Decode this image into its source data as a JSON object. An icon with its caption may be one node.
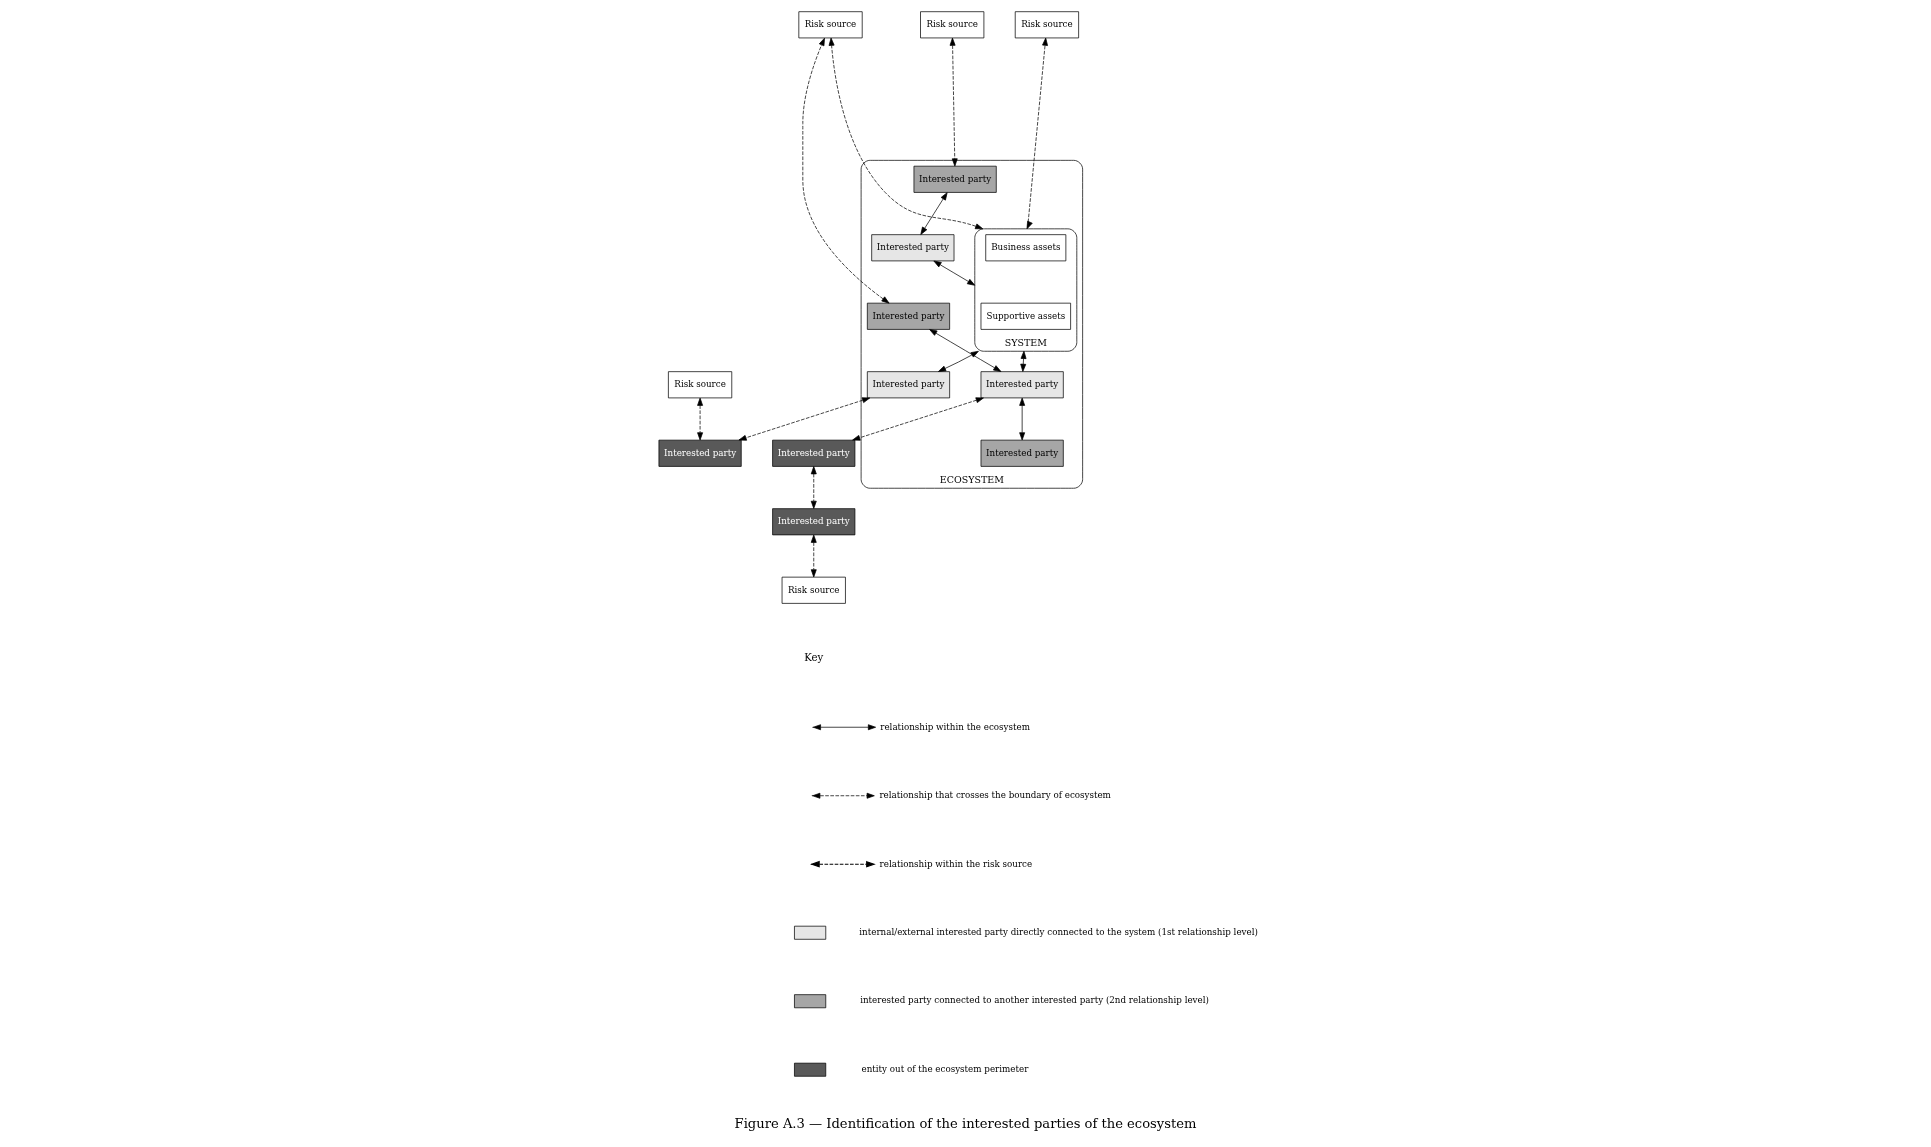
{
  "diagram": {
    "caption": "Figure A.3 — Identification of the interested parties of the ecosystem",
    "nodes": [
      {
        "text": [
          "ECOSYSTEM"
        ]
      },
      {
        "text": [
          "SYSTEM"
        ],
        "in": 0
      },
      {
        "text": [
          "Business assets"
        ],
        "in": 1
      },
      {
        "text": [
          "Supportive assets"
        ],
        "in": 1
      },
      {
        "text": [
          "Risk source"
        ]
      },
      {
        "text": [
          "Interested party"
        ],
        "in": 0
      },
      {
        "text": [
          "Interested party"
        ],
        "in": 0
      },
      {
        "text": [
          "Interested party"
        ],
        "in": 0
      },
      {
        "text": [
          "Risk source"
        ]
      },
      {
        "text": [
          "Interested party"
        ]
      },
      {
        "text": [
          "Risk source"
        ]
      },
      {
        "text": [
          "Risk source"
        ]
      },
      {
        "text": [
          "Interested party"
        ],
        "in": 0
      },
      {
        "text": [
          "Interested party"
        ],
        "in": 0
      },
      {
        "text": [
          "Interested party"
        ],
        "in": 0
      },
      {
        "text": [
          "Interested party"
        ]
      },
      {
        "text": [
          "Interested party"
        ]
      },
      {
        "text": [
          "Risk source"
        ]
      }
    ],
    "edges": [
      {
        "from": 4,
        "to": 5,
        "arrow": "both",
        "style": "dashed"
      },
      {
        "from": 5,
        "to": 6,
        "arrow": "both"
      },
      {
        "from": 6,
        "to": 1,
        "arrow": "both"
      },
      {
        "from": 1,
        "to": 7,
        "arrow": "both"
      },
      {
        "from": 7,
        "to": 9,
        "arrow": "both",
        "style": "dashed"
      },
      {
        "from": 8,
        "to": 9,
        "arrow": "both",
        "style": "dashed"
      },
      {
        "from": 1,
        "to": 10,
        "arrow": "both",
        "style": "dashed"
      },
      {
        "from": 1,
        "to": 11,
        "arrow": "both",
        "style": "dashed"
      },
      {
        "from": 12,
        "to": 11,
        "arrow": "both",
        "style": "dashed"
      },
      {
        "from": 12,
        "to": 13,
        "arrow": "both"
      },
      {
        "from": 1,
        "to": 13,
        "arrow": "both"
      },
      {
        "from": 13,
        "to": 14,
        "arrow": "both"
      },
      {
        "from": 13,
        "to": 15,
        "arrow": "both",
        "style": "dashed"
      },
      {
        "from": 15,
        "to": 16,
        "arrow": "both",
        "style": "dashed"
      },
      {
        "from": 16,
        "to": 17,
        "arrow": "both",
        "style": "dashed"
      }
    ],
    "labels": [
      "Key"
    ],
    "legend": [
      {
        "text": "relationship within the ecosystem"
      },
      {
        "text": "relationship that crosses the boundary of ecosystem"
      },
      {
        "text": "relationship within the risk source"
      },
      {
        "text": "internal/external interested party directly connected to the system (1st relationship level)",
        "color": "#e6e6e6"
      },
      {
        "text": "interested party connected to another interested party (2nd relationship level)",
        "color": "#a6a6a6"
      },
      {
        "text": "entity out of the ecosystem perimeter",
        "color": "#595959"
      }
    ]
  }
}
